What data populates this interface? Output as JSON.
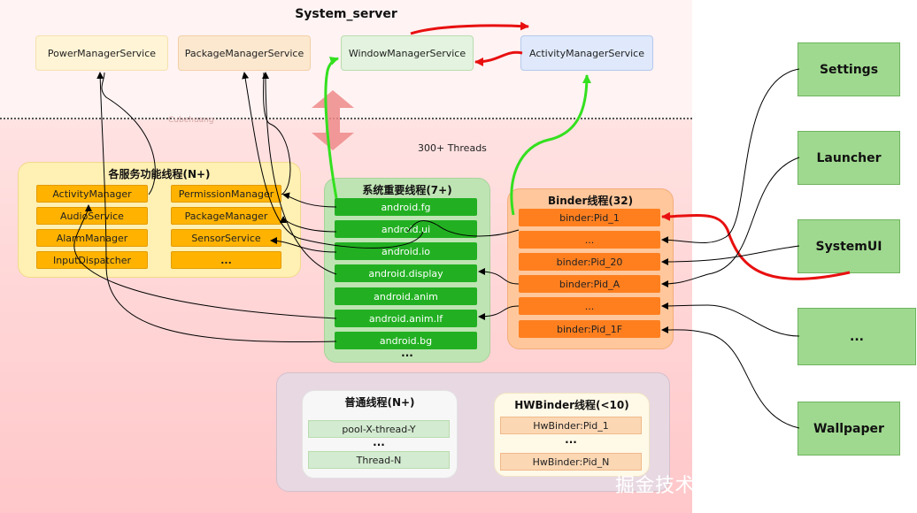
{
  "title": "System_server",
  "services": {
    "power": "PowerManagerService",
    "package": "PackageManagerService",
    "window": "WindowManagerService",
    "activity": "ActivityManagerService"
  },
  "faint_label": "Cubehuang",
  "threads_count": "300+ Threads",
  "service_threads": {
    "title": "各服务功能线程(N+)",
    "left_items": [
      "ActivityManager",
      "AudioService",
      "AlarmManager",
      "InputDispatcher"
    ],
    "right_items": [
      "PermissionManager",
      "PackageManager",
      "SensorService",
      "..."
    ]
  },
  "system_threads": {
    "title": "系统重要线程(7+)",
    "items": [
      "android.fg",
      "android.ui",
      "android.io",
      "android.display",
      "android.anim",
      "android.anim.lf",
      "android.bg"
    ],
    "more": "..."
  },
  "binder_threads": {
    "title": "Binder线程(32)",
    "items": [
      "binder:Pid_1",
      "...",
      "binder:Pid_20",
      "binder:Pid_A",
      "...",
      "binder:Pid_1F"
    ]
  },
  "normal_threads": {
    "title": "普通线程(N+)",
    "items": [
      "pool-X-thread-Y",
      "...",
      "Thread-N"
    ]
  },
  "hwbinder_threads": {
    "title": "HWBinder线程(<10)",
    "items": [
      "HwBinder:Pid_1",
      "...",
      "HwBinder:Pid_N"
    ]
  },
  "apps": [
    "Settings",
    "Launcher",
    "SystemUI",
    "...",
    "Wallpaper"
  ],
  "watermark": "掘金技术社区 @ Cubehuang",
  "colors": {
    "system_thread_green": "#22b022",
    "binder_orange": "#ff7f1f",
    "service_thread_orange": "#ffb300",
    "app_green": "#9fd98f",
    "arrow_red": "#e81010",
    "arrow_green": "#33e01f"
  }
}
